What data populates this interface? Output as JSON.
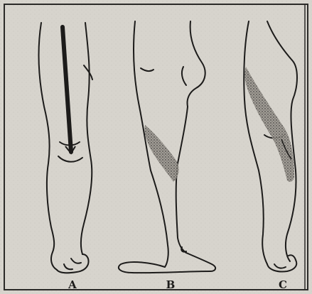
{
  "figure": {
    "panels": [
      {
        "label": "A"
      },
      {
        "label": "B"
      },
      {
        "label": "C"
      }
    ]
  },
  "colors": {
    "paper": "#d7d4cd",
    "line": "#1c1b1a",
    "shading": "#7f7b76",
    "frame": "#2b2a28"
  }
}
